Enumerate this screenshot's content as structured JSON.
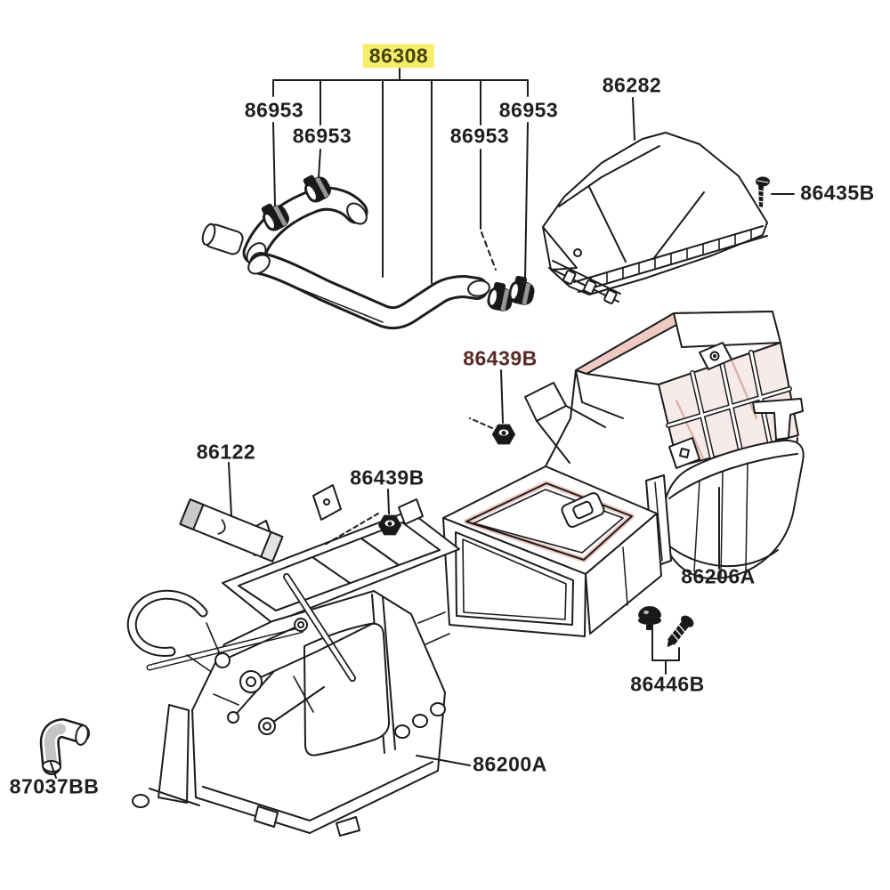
{
  "diagram": {
    "type": "exploded-parts-diagram",
    "description": "Heater and blower unit exploded parts diagram",
    "background_color": "#ffffff",
    "line_color": "#1c1c1c",
    "highlight_color": "#f6ee6a",
    "highlight_text_color": "#45430f",
    "accent_label_color": "#5a2a26",
    "tint_color": "#eecac3",
    "highlighted_part": "86308"
  },
  "labels": {
    "hose_86308": {
      "part_no": "86308",
      "highlighted": true
    },
    "clamp_86953_left_outer": {
      "part_no": "86953"
    },
    "clamp_86953_left_inner": {
      "part_no": "86953"
    },
    "clamp_86953_right_inner": {
      "part_no": "86953"
    },
    "clamp_86953_right_outer": {
      "part_no": "86953"
    },
    "cover_86282": {
      "part_no": "86282"
    },
    "screw_86435B": {
      "part_no": "86435B"
    },
    "nut_86439B_upper": {
      "part_no": "86439B"
    },
    "nut_86439B_lower": {
      "part_no": "86439B"
    },
    "seal_86122": {
      "part_no": "86122"
    },
    "blower_86206A": {
      "part_no": "86206A"
    },
    "fastener_86446B": {
      "part_no": "86446B"
    },
    "heater_86200A": {
      "part_no": "86200A"
    },
    "elbow_87037BB": {
      "part_no": "87037BB"
    }
  }
}
